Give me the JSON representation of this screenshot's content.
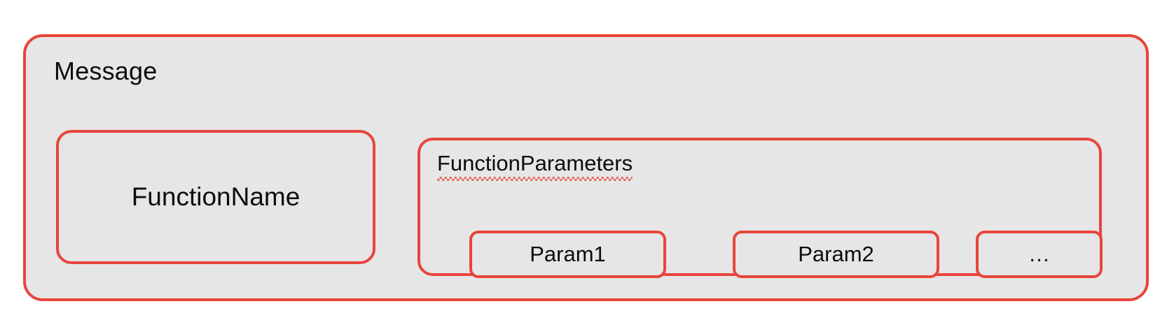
{
  "diagram": {
    "title": "Message",
    "background_color": "#e6e6e6",
    "accent_color": "#e8453c",
    "page_color": "#ffffff",
    "text_color": "#0d0d0d",
    "blocks": {
      "function_name": {
        "label": "FunctionName"
      },
      "function_parameters": {
        "label": "FunctionParameters",
        "spellcheck_underline": true,
        "params": [
          {
            "label": "Param1"
          },
          {
            "label": "Param2"
          },
          {
            "label": "…"
          }
        ]
      }
    }
  }
}
